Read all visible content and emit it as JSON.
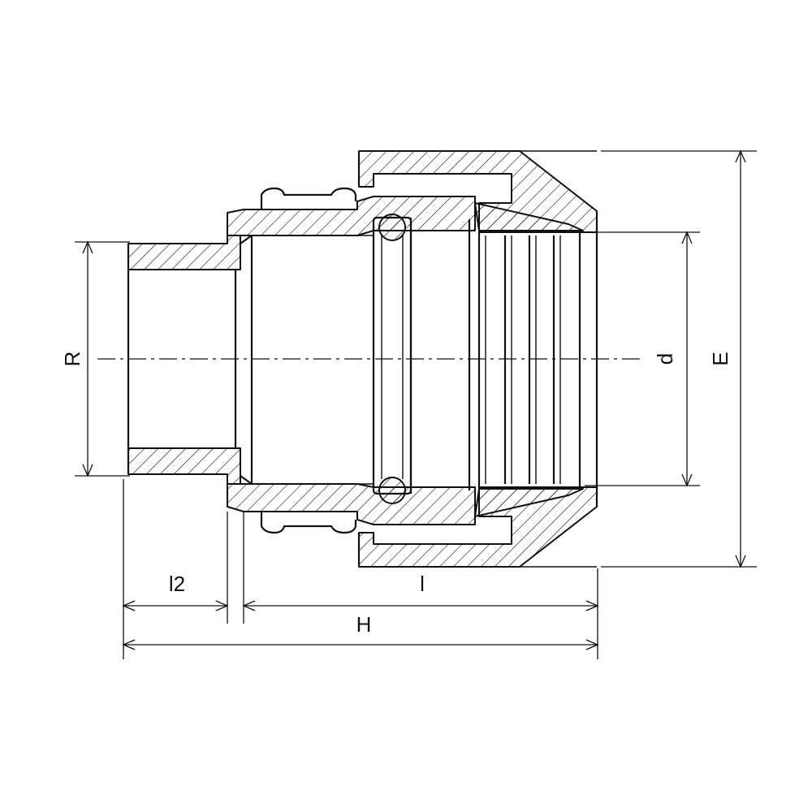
{
  "dimensions": {
    "R": "R",
    "d": "d",
    "E": "E",
    "l2": "l2",
    "l": "l",
    "H": "H"
  },
  "colors": {
    "line": "#111111",
    "background": "#ffffff"
  }
}
